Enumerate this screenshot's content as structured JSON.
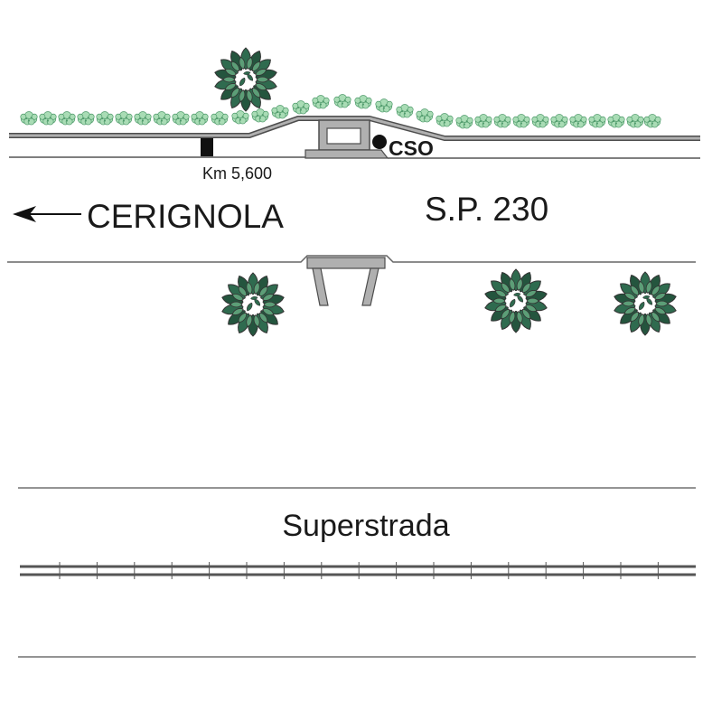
{
  "labels": {
    "km_marker": "Km 5,600",
    "cso": "CSO",
    "direction": "CERIGNOLA",
    "road_name": "S.P. 230",
    "highway_name": "Superstrada"
  },
  "icons": {
    "direction_arrow": "arrow-left-icon",
    "tree": "tree-icon",
    "shrub": "shrub-icon",
    "km_marker": "km-marker-icon",
    "cso_point": "point-marker-icon",
    "bridge": "bridge-icon"
  },
  "colors": {
    "shrub_fill": "#a9dcb5",
    "shrub_stroke": "#4f9a6b",
    "tree_dark": "#24553e",
    "tree_mid": "#2f6b4f",
    "tree_light": "#5c9e77",
    "tree_outline": "#333333",
    "road_fill": "#b0b0b0",
    "road_edge": "#4d4d4d",
    "line": "#555555",
    "ink": "#111111"
  }
}
